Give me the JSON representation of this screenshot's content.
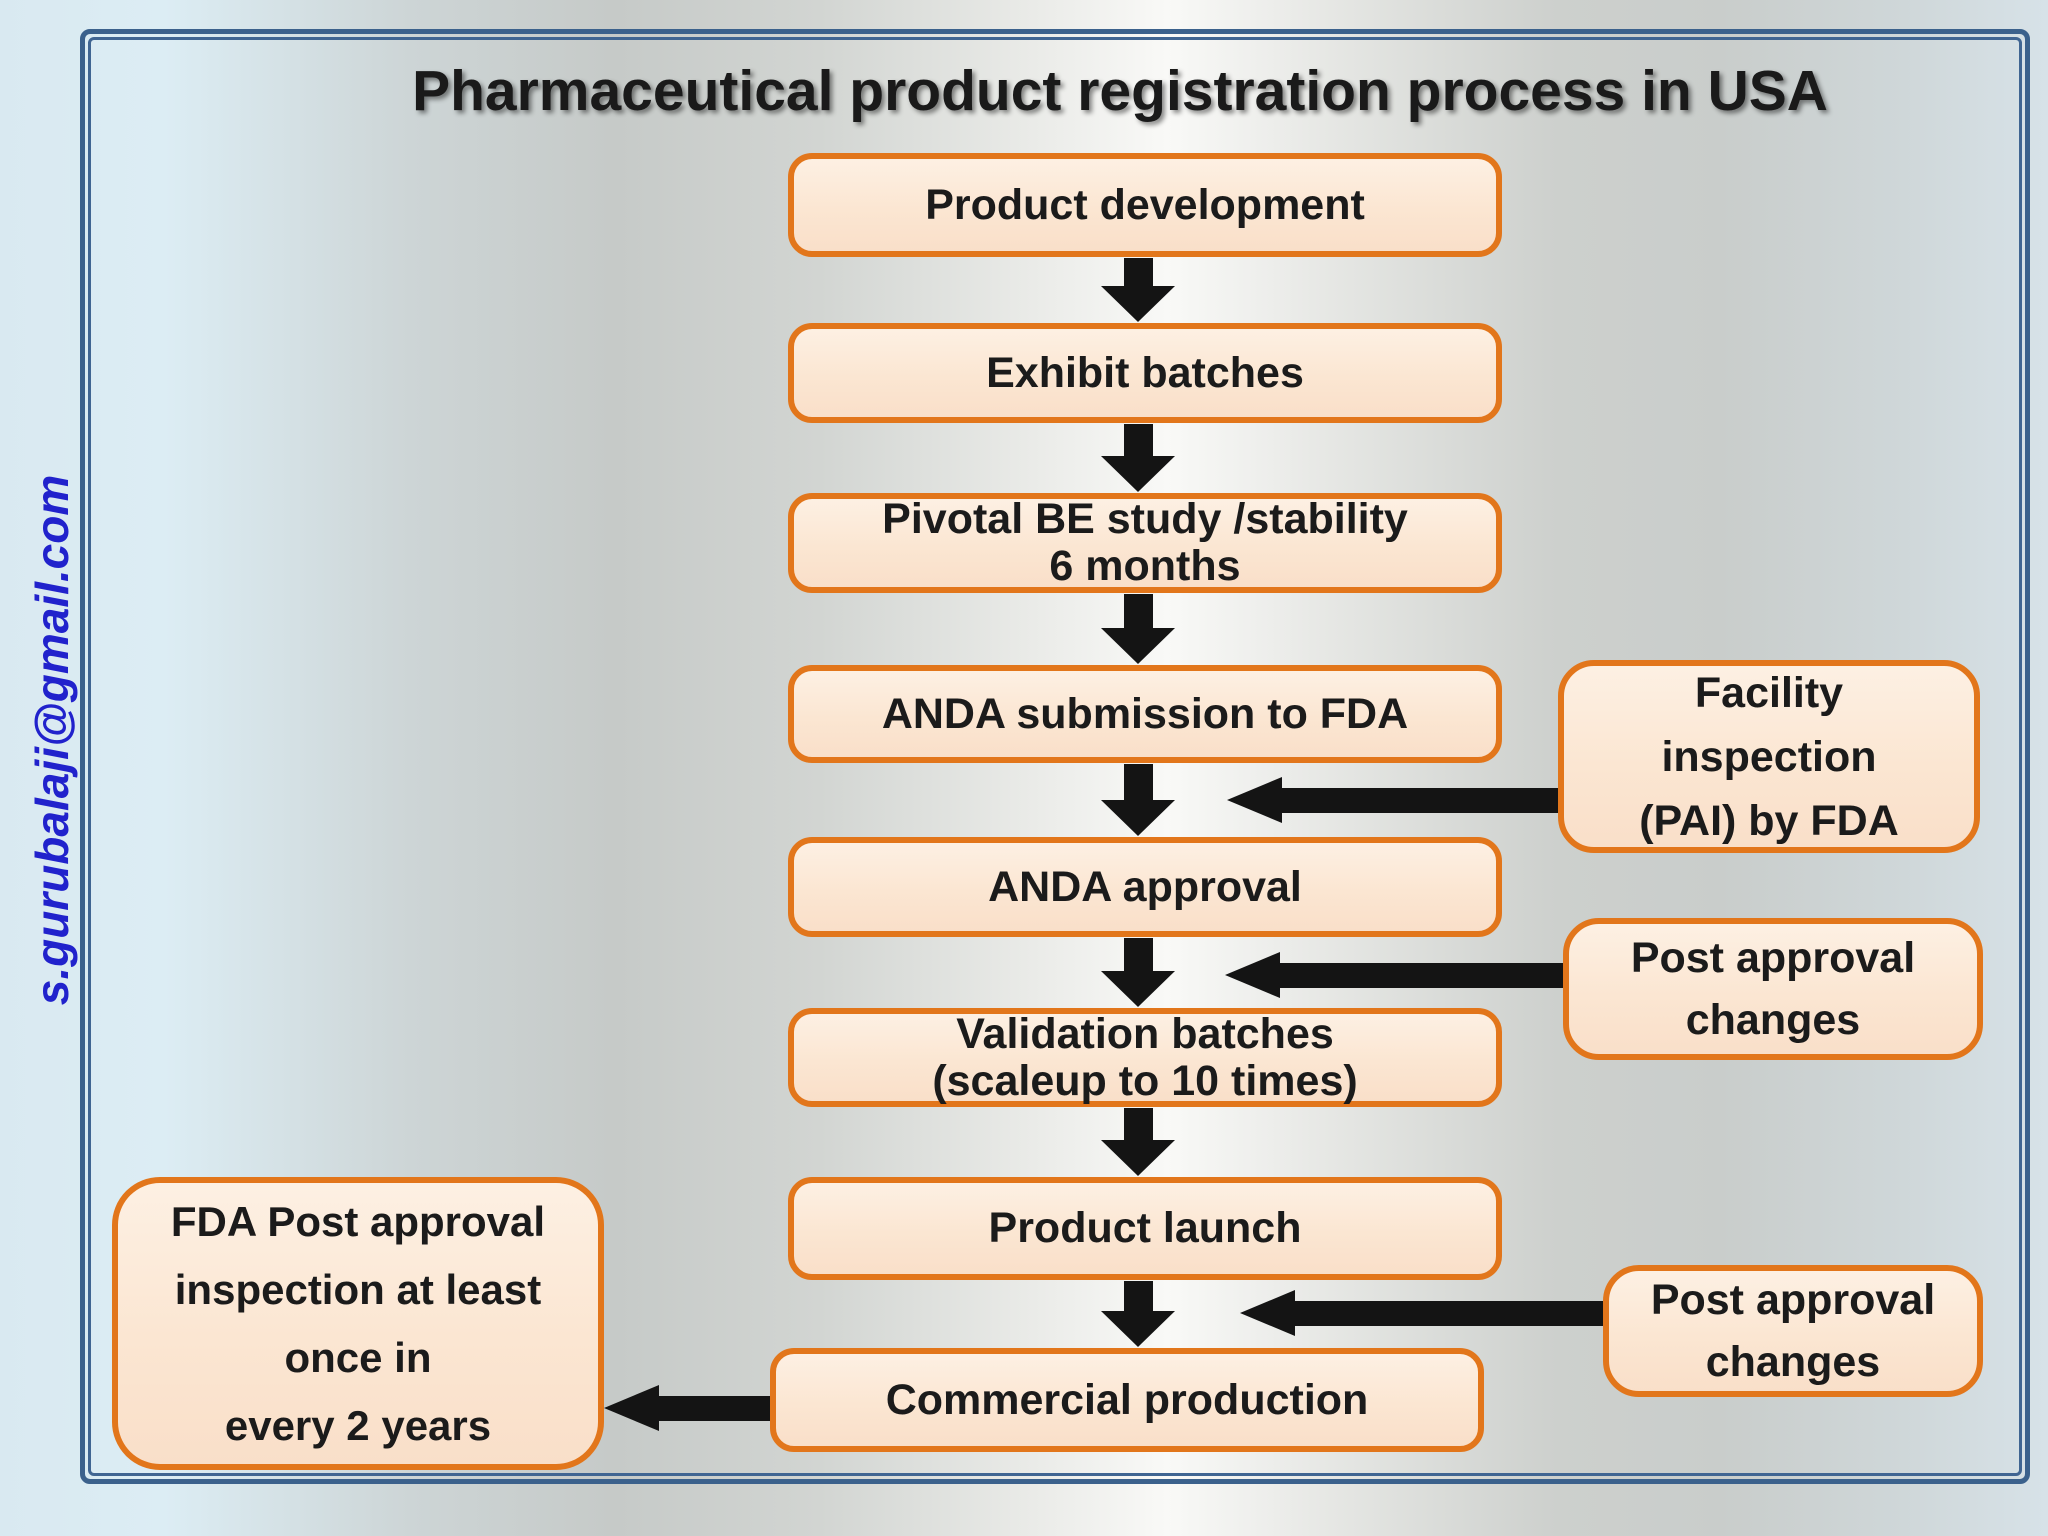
{
  "slide": {
    "title": "Pharmaceutical product registration process in USA",
    "watermark_email": "s.gurubalaji@gmail.com"
  },
  "flow": {
    "steps": [
      {
        "label": "Product development"
      },
      {
        "label": "Exhibit batches"
      },
      {
        "label": "Pivotal BE study /stability\n6 months"
      },
      {
        "label": "ANDA submission to FDA"
      },
      {
        "label": "ANDA approval"
      },
      {
        "label": "Validation batches\n(scaleup to 10 times)"
      },
      {
        "label": "Product launch"
      },
      {
        "label": "Commercial production"
      }
    ],
    "annotations": [
      {
        "label": "Facility\ninspection\n(PAI) by FDA",
        "arrow_points_to": "between ANDA submission to FDA and ANDA approval"
      },
      {
        "label": "Post approval\nchanges",
        "arrow_points_to": "between ANDA approval and Validation batches"
      },
      {
        "label": "Post approval\nchanges",
        "arrow_points_to": "between Product launch and Commercial production"
      },
      {
        "label": "FDA Post approval\ninspection at least\nonce in\nevery 2 years",
        "arrow_points_from": "Commercial production"
      }
    ],
    "connections": [
      "Product development -> Exhibit batches",
      "Exhibit batches -> Pivotal BE study /stability 6 months",
      "Pivotal BE study /stability 6 months -> ANDA submission to FDA",
      "ANDA submission to FDA -> ANDA approval",
      "ANDA approval -> Validation batches (scaleup to 10 times)",
      "Validation batches (scaleup to 10 times) -> Product launch",
      "Product launch -> Commercial production",
      "Commercial production -> FDA Post approval inspection at least once in every 2 years"
    ]
  },
  "colors": {
    "node_fill_top": "#fdf0e3",
    "node_fill_bottom": "#f9dfc9",
    "node_border": "#e2761b",
    "arrow": "#141414",
    "frame_border": "#3b618c",
    "title_text": "#1a1a1a",
    "watermark_text": "#2122cc"
  }
}
